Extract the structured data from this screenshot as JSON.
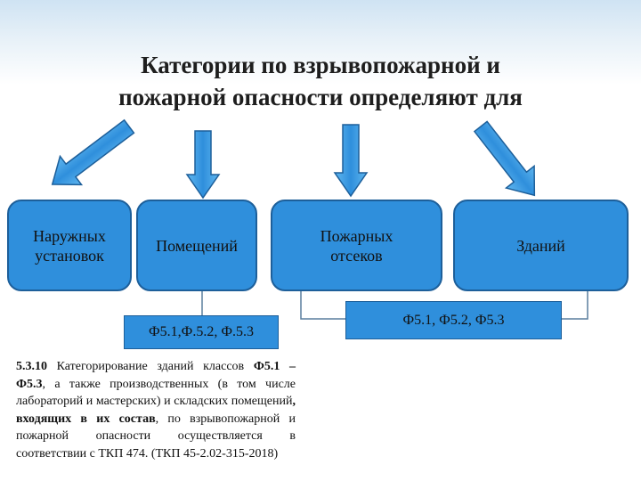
{
  "title": {
    "line1": "Категории по взрывопожарной и",
    "line2": "пожарной опасности определяют для"
  },
  "categories": [
    {
      "line1": "Наружных",
      "line2": "установок"
    },
    {
      "line1": "Помещений",
      "line2": ""
    },
    {
      "line1": "Пожарных",
      "line2": "отсеков"
    },
    {
      "line1": "Зданий",
      "line2": ""
    }
  ],
  "classes": {
    "rooms": "Ф5.1,Ф.5.2, Ф.5.3",
    "sections_buildings": "Ф5.1, Ф5.2, Ф5.3"
  },
  "note": {
    "code": "5.3.10",
    "text1": " Категорирование зданий классов ",
    "cls1": "Ф5.1",
    "dash": " – ",
    "cls2": "Ф5.3",
    "text2": ", а также производственных (в том числе лабораторий и мастерских) и складских помещений",
    "bold_phrase": ", входящих в их состав",
    "text3": ", по взрывопожарной и пожарной опасности осуществляется в соответствии с ТКП 474.",
    "reference": "(ТКП 45-2.02-315-2018)"
  },
  "colors": {
    "box_fill": "#2f8fdc",
    "box_border": "#1d5f9a",
    "arrow_fill": "#3aa0e6",
    "arrow_stroke": "#1d5f9a"
  }
}
